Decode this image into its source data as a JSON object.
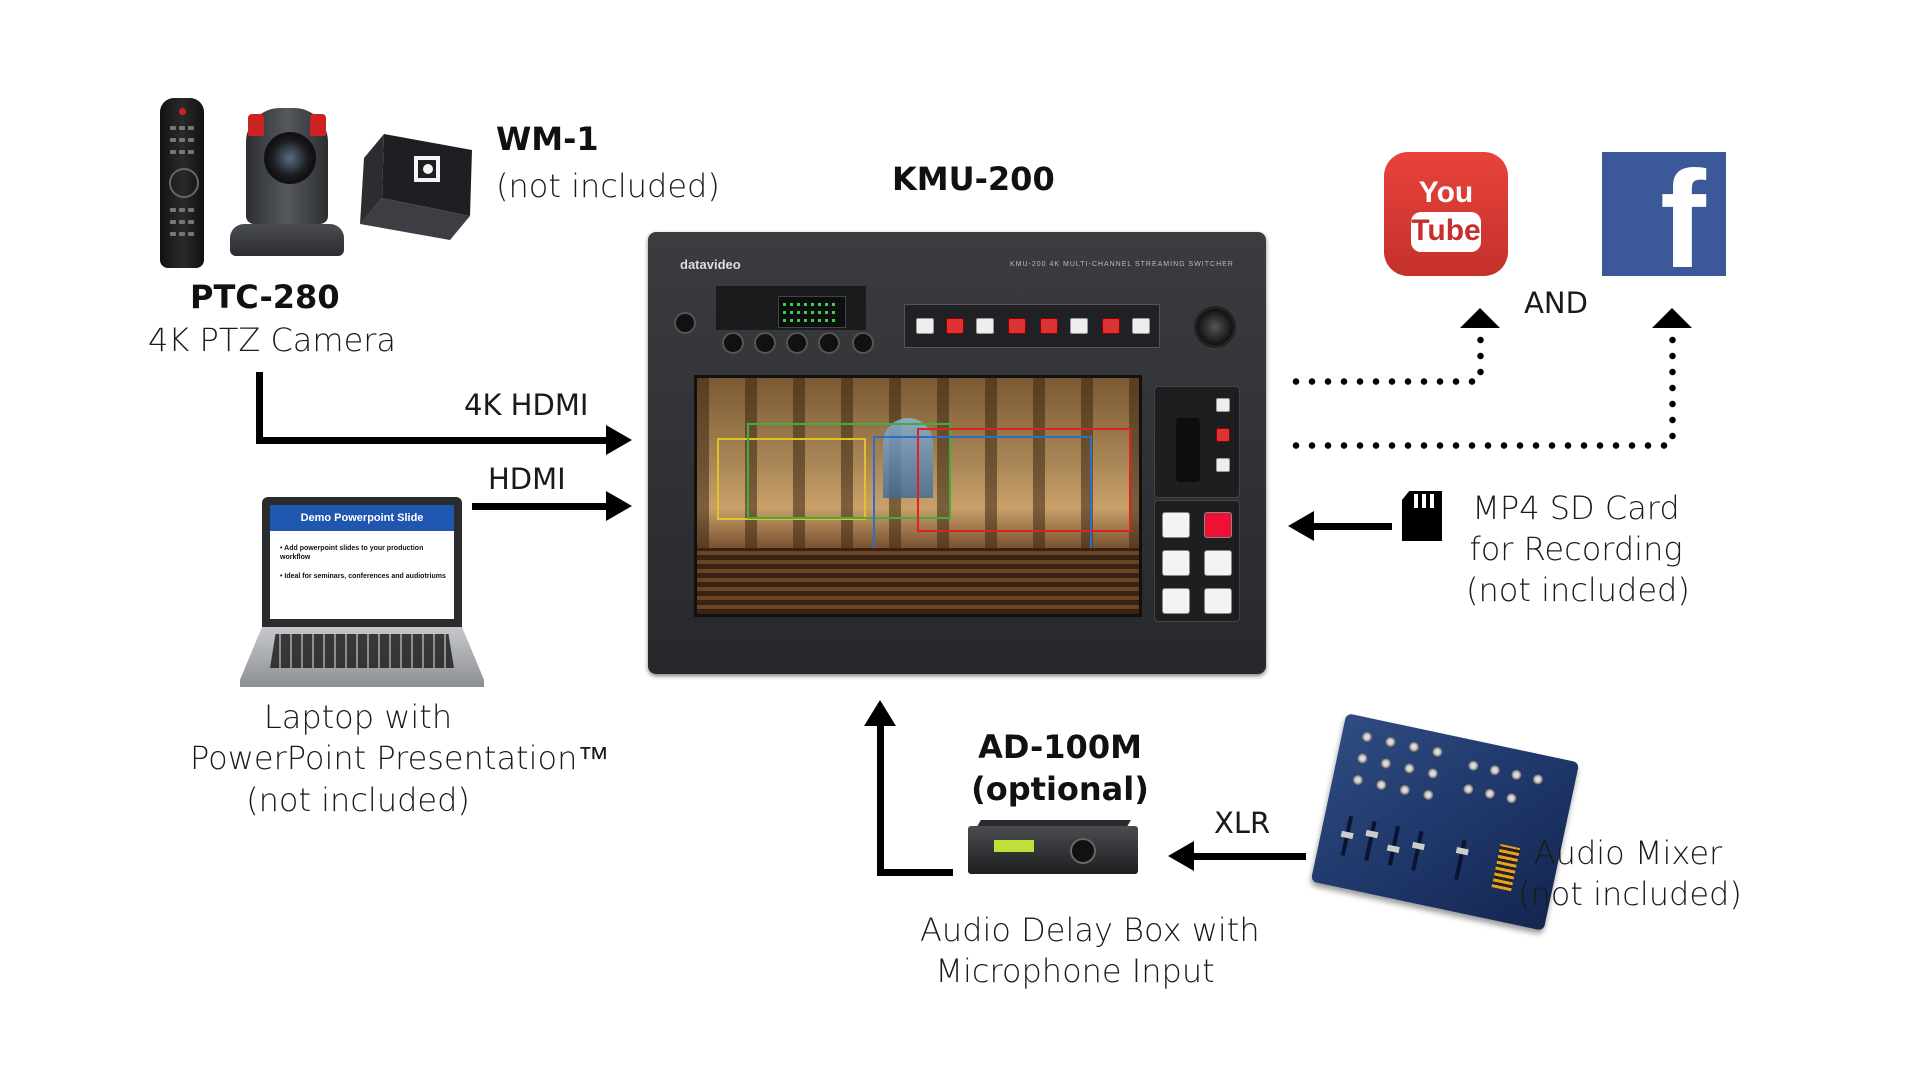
{
  "labels": {
    "wm1_title": "WM-1",
    "wm1_note": "(not included)",
    "kmu_title": "KMU-200",
    "ptc_title": "PTC-280",
    "ptc_desc": "4K PTZ Camera",
    "hdmi_4k": "4K HDMI",
    "hdmi": "HDMI",
    "laptop_line1": "Laptop with",
    "laptop_line2": "PowerPoint Presentation™",
    "laptop_line3": "(not included)",
    "and": "AND",
    "sd_line1": "MP4 SD Card",
    "sd_line2": "for Recording",
    "sd_line3": "(not included)",
    "ad_title1": "AD-100M",
    "ad_title2": "(optional)",
    "xlr": "XLR",
    "ad_desc1": "Audio Delay Box with",
    "ad_desc2": "Microphone Input",
    "mixer_line1": "Audio Mixer",
    "mixer_line2": "(not included)"
  },
  "laptop_slide": {
    "title": "Demo Powerpoint Slide",
    "bullet1": "• Add powerpoint slides to your production workflow",
    "bullet2": "• Ideal for seminars, conferences and audiotriums"
  },
  "device_text": {
    "kmu_logo": "datavideo",
    "kmu_model": "KMU-200  4K MULTI-CHANNEL STREAMING SWITCHER",
    "youtube_you": "You",
    "youtube_tube": "Tube",
    "facebook_f": "f"
  },
  "colors": {
    "youtube_red": "#e8433c",
    "facebook_blue": "#3b5998",
    "slide_title_blue": "#1f56b0",
    "mixer_blue": "#1d3466"
  }
}
